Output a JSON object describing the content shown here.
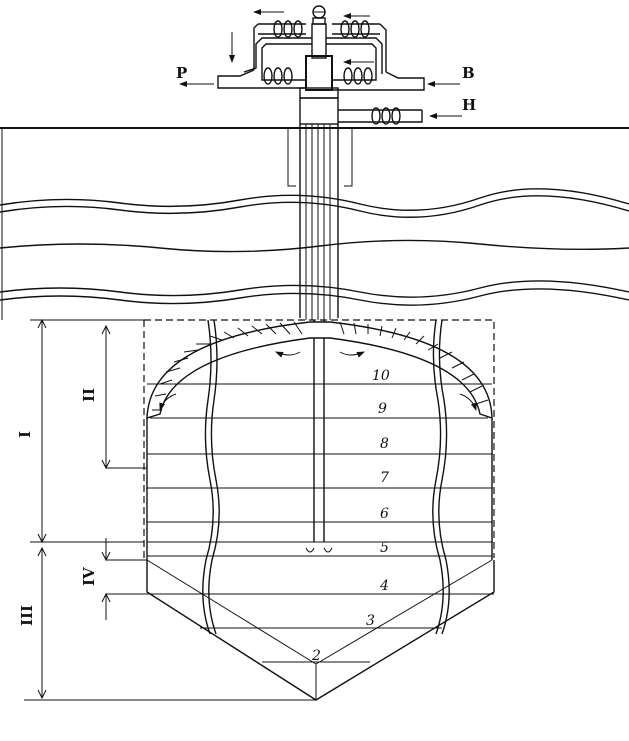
{
  "flow_labels": {
    "left_outlet": "P",
    "right_inlet": "B",
    "side_inlet": "H"
  },
  "zone_labels": {
    "upper_zone": "I",
    "top_dome_zone": "II",
    "lower_zone": "III",
    "transition_zone": "IV"
  },
  "layer_numbers": [
    "10",
    "9",
    "8",
    "7",
    "6",
    "5",
    "4",
    "3",
    "2"
  ]
}
